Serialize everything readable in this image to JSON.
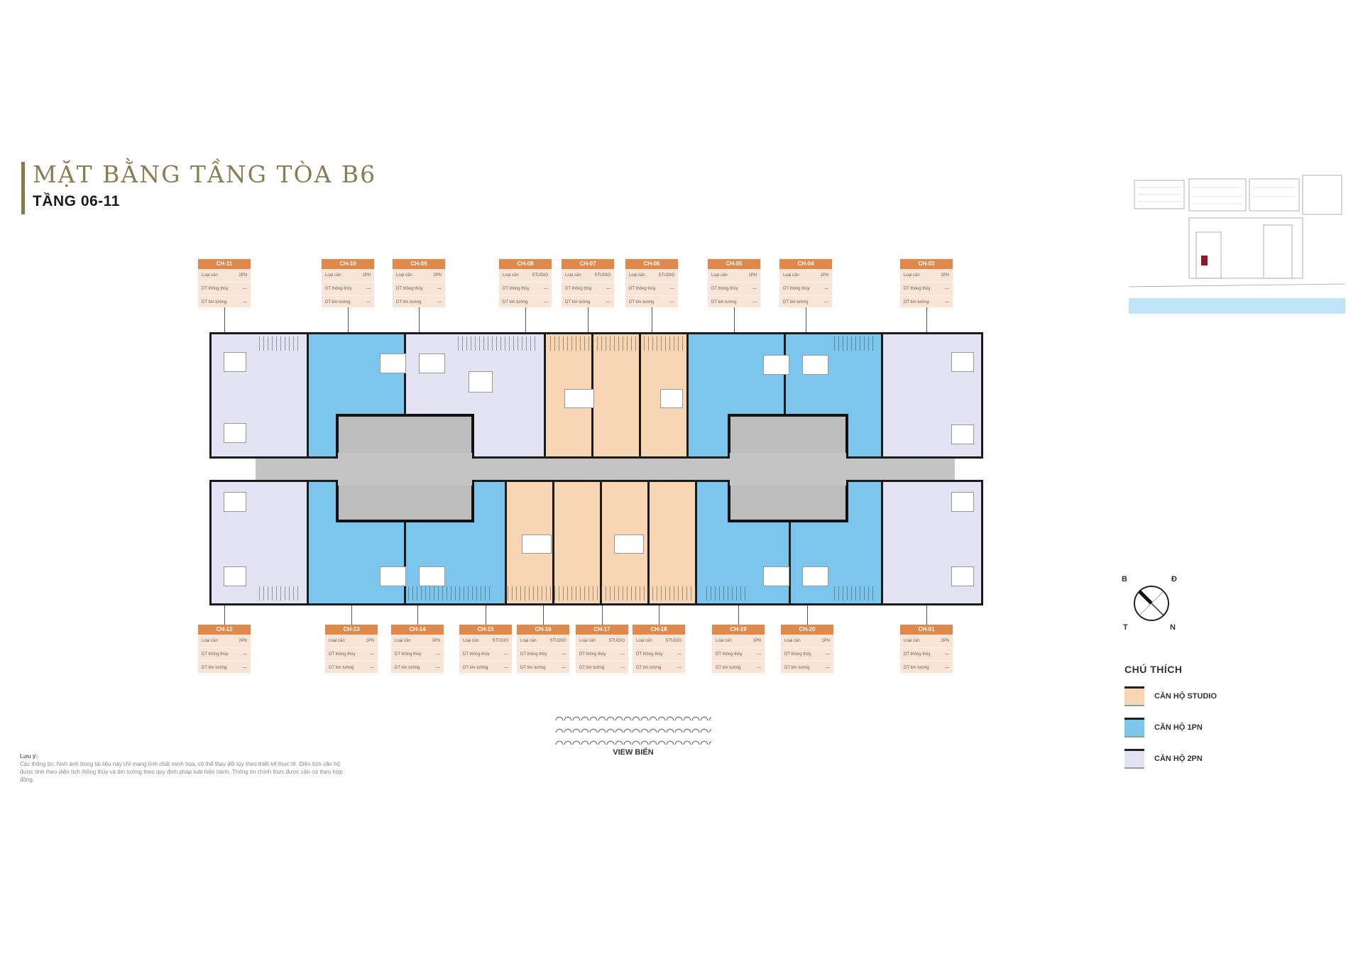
{
  "header": {
    "title": "MẶT BẰNG TẦNG TÒA B6",
    "subtitle": "TẦNG 06-11"
  },
  "colors": {
    "title": "#8a7d52",
    "label_header": "#e0894a",
    "label_body": "#f9e5d8",
    "studio": "#f9d6b3",
    "one_bedroom": "#7cc6ee",
    "two_bedroom": "#e4e3f4",
    "core": "#bdbdbd"
  },
  "label_fields": [
    "Loại căn",
    "DT thông thủy",
    "DT tim tường"
  ],
  "top_labels": [
    {
      "code": "CH-11",
      "type": "2PN",
      "net": "—",
      "gross": "—"
    },
    {
      "code": "CH-10",
      "type": "1PN",
      "net": "—",
      "gross": "—"
    },
    {
      "code": "CH-09",
      "type": "2PN",
      "net": "—",
      "gross": "—"
    },
    {
      "code": "CH-08",
      "type": "STUDIO",
      "net": "—",
      "gross": "—"
    },
    {
      "code": "CH-07",
      "type": "STUDIO",
      "net": "—",
      "gross": "—"
    },
    {
      "code": "CH-06",
      "type": "STUDIO",
      "net": "—",
      "gross": "—"
    },
    {
      "code": "CH-05",
      "type": "1PN",
      "net": "—",
      "gross": "—"
    },
    {
      "code": "CH-04",
      "type": "1PN",
      "net": "—",
      "gross": "—"
    },
    {
      "code": "CH-03",
      "type": "2PN",
      "net": "—",
      "gross": "—"
    }
  ],
  "bottom_labels": [
    {
      "code": "CH-12",
      "type": "2PN",
      "net": "—",
      "gross": "—"
    },
    {
      "code": "CH-13",
      "type": "1PN",
      "net": "—",
      "gross": "—"
    },
    {
      "code": "CH-14",
      "type": "1PN",
      "net": "—",
      "gross": "—"
    },
    {
      "code": "CH-15",
      "type": "STUDIO",
      "net": "—",
      "gross": "—"
    },
    {
      "code": "CH-16",
      "type": "STUDIO",
      "net": "—",
      "gross": "—"
    },
    {
      "code": "CH-17",
      "type": "STUDIO",
      "net": "—",
      "gross": "—"
    },
    {
      "code": "CH-18",
      "type": "STUDIO",
      "net": "—",
      "gross": "—"
    },
    {
      "code": "CH-19",
      "type": "1PN",
      "net": "—",
      "gross": "—"
    },
    {
      "code": "CH-20",
      "type": "1PN",
      "net": "—",
      "gross": "—"
    },
    {
      "code": "CH-01",
      "type": "2PN",
      "net": "—",
      "gross": "—"
    }
  ],
  "compass": {
    "nw": "B",
    "ne": "Đ",
    "sw": "T",
    "se": "N"
  },
  "legend": {
    "title": "CHÚ THÍCH",
    "items": [
      {
        "label": "CĂN HỘ STUDIO",
        "color": "#f9d6b3"
      },
      {
        "label": "CĂN HỘ 1PN",
        "color": "#7cc6ee"
      },
      {
        "label": "CĂN HỘ 2PN",
        "color": "#e4e3f4"
      }
    ]
  },
  "sea_view": {
    "label": "VIEW BIỂN"
  },
  "note": {
    "heading": "Lưu ý:",
    "text": "Các thông tin, hình ảnh trong tài liệu này chỉ mang tính chất minh họa, có thể thay đổi tùy theo thiết kế thực tế. Diện tích căn hộ được tính theo diện tích thông thủy và tim tường theo quy định pháp luật hiện hành. Thông tin chính thức được căn cứ theo hợp đồng."
  }
}
